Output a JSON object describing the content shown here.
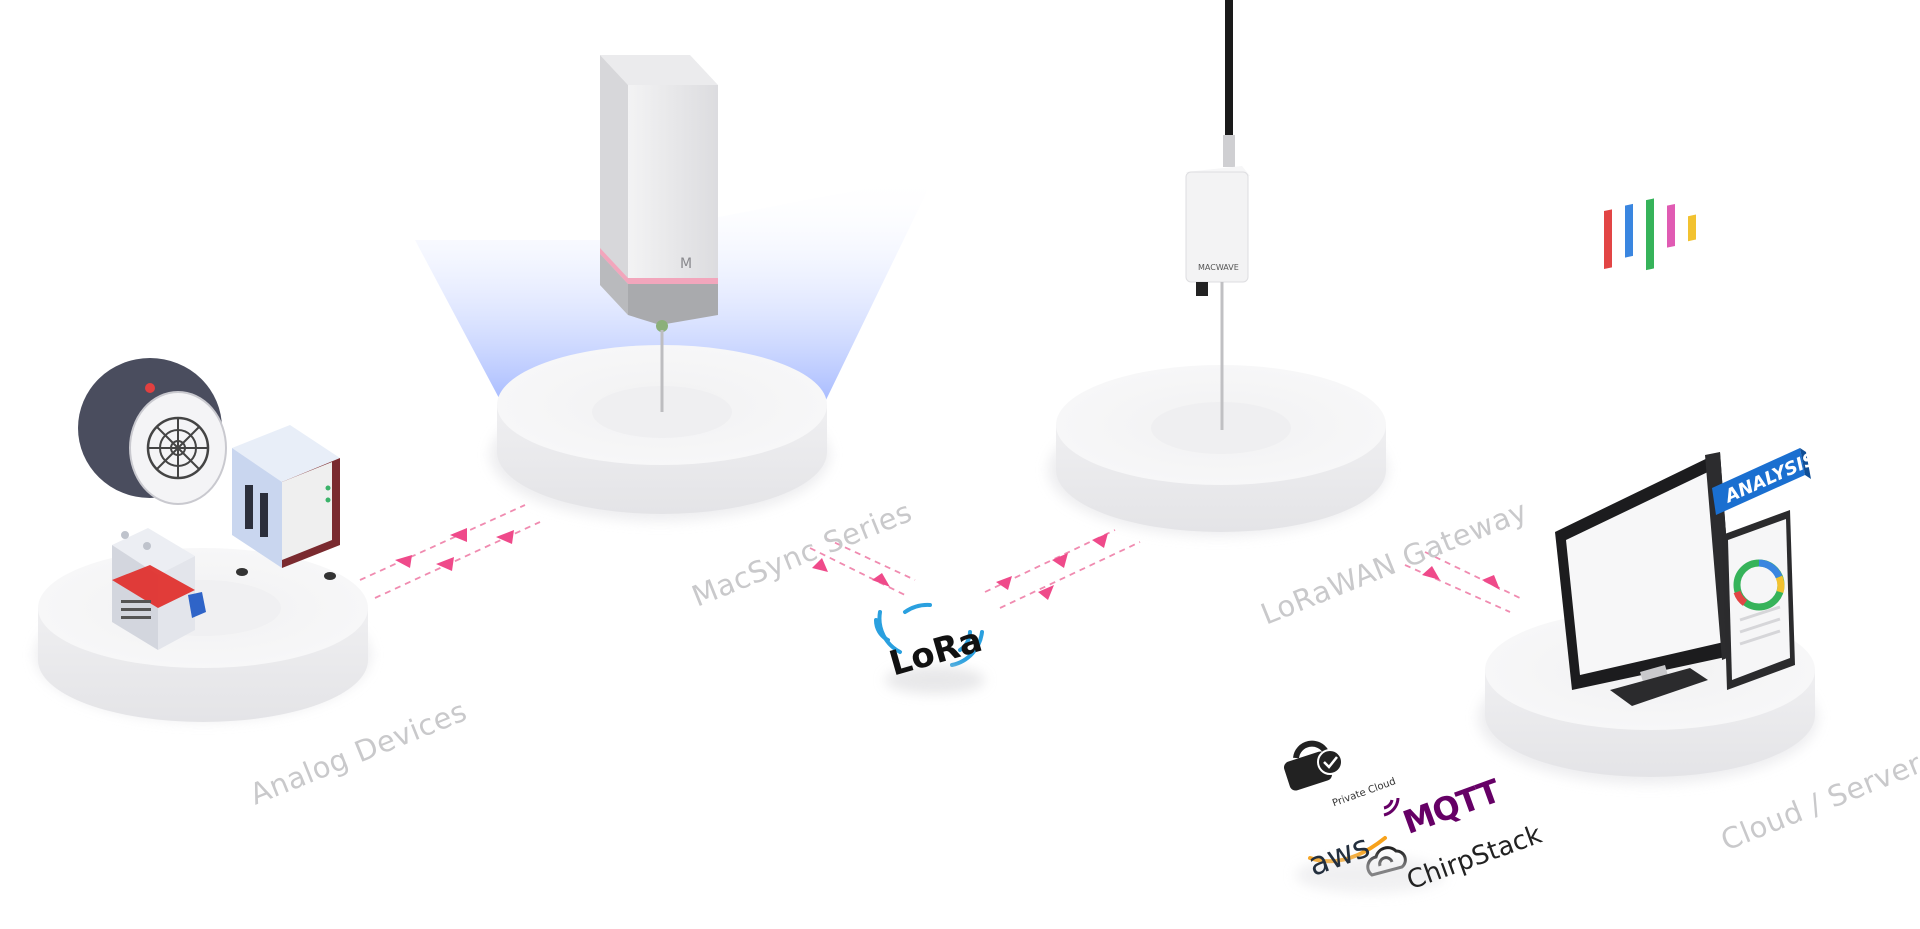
{
  "stages": {
    "analog": "Analog Devices",
    "macsync": "MacSync Series",
    "gateway": "LoRaWAN Gateway",
    "cloud": "Cloud / Server"
  },
  "protocol": {
    "lora": "LoRa"
  },
  "cloud_services": {
    "private_cloud": "Private Cloud",
    "mqtt": "MQTT",
    "aws": "aws",
    "chirpstack": "ChirpStack"
  },
  "dashboard": {
    "analysis": "ANALYSIS"
  },
  "device_branding": {
    "gateway_brand": "MACWAVE",
    "sensor_mark": "M"
  },
  "colors": {
    "label_gray": "#c9c9cb",
    "flow_arrow": "#ef4a8a",
    "beam_blue": "#8fa8ff",
    "analysis_blue": "#1a6fd0",
    "mqtt_purple": "#660066",
    "lora_blue": "#2aa0df"
  },
  "icons": [
    "lock-check-icon",
    "mqtt-logo",
    "aws-logo",
    "chirpstack-cloud-icon",
    "lora-wave-icon"
  ]
}
